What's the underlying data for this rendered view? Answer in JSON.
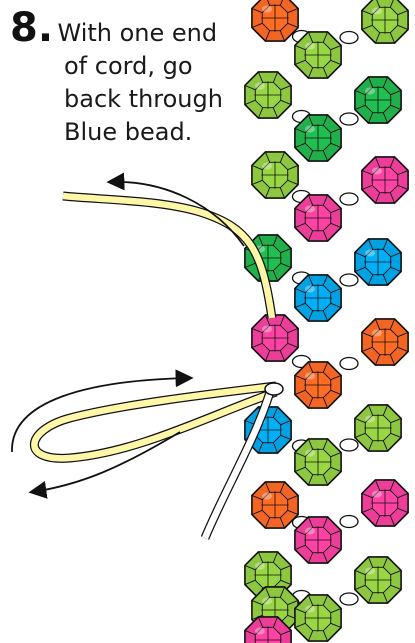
{
  "instruction": {
    "step_number": "8.",
    "lines": [
      "With one end",
      "of cord, go",
      "back through",
      "Blue bead."
    ]
  },
  "colors": {
    "orange": "#f26522",
    "lime": "#8dc63f",
    "green": "#1fb04b",
    "pink": "#ec3d98",
    "blue": "#00a2e4",
    "cord": "#fff7a8",
    "outline": "#111111"
  },
  "beads": {
    "left_column": [
      "orange",
      "lime",
      "lime",
      "green",
      "pink",
      "blue",
      "orange",
      "lime",
      "lime",
      "pink"
    ],
    "center_column": [
      "lime",
      "green",
      "pink",
      "blue",
      "orange",
      "lime",
      "pink",
      "lime"
    ],
    "right_column": [
      "lime",
      "green",
      "pink",
      "blue",
      "orange",
      "lime",
      "pink",
      "lime"
    ]
  }
}
